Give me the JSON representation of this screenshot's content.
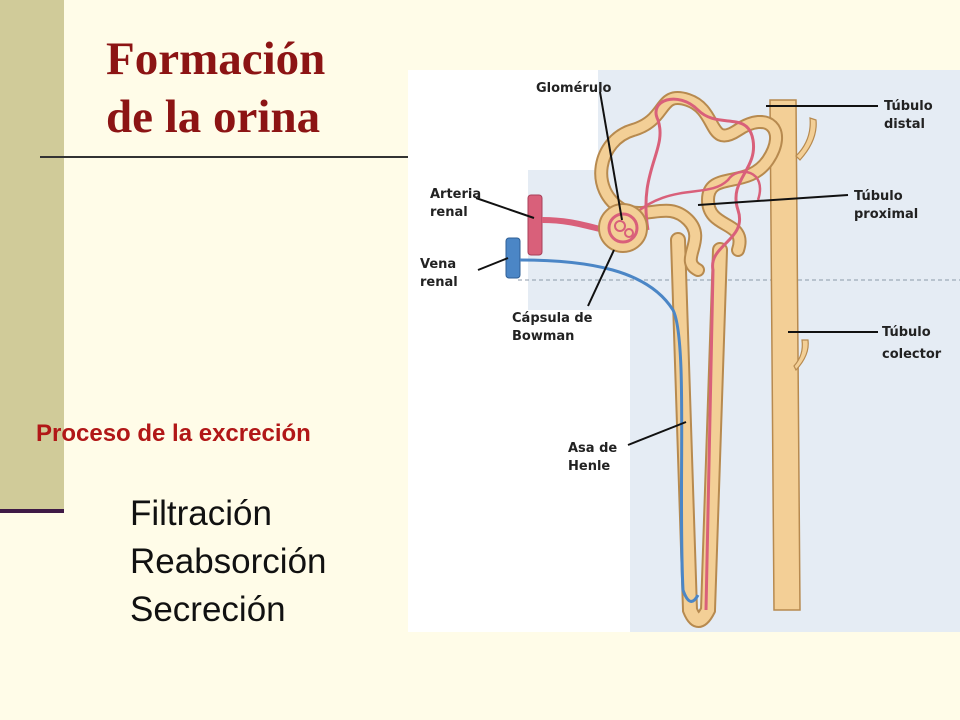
{
  "slide": {
    "title_line1": "Formación",
    "title_line2": "de la orina",
    "subtitle": "Proceso de la excreción",
    "steps": [
      "Filtración",
      "Reabsorción",
      "Secreción"
    ]
  },
  "diagram": {
    "labels": {
      "glomerulo": "Glomérulo",
      "tubulo_distal_1": "Túbulo",
      "tubulo_distal_2": "distal",
      "arteria_1": "Arteria",
      "arteria_2": "renal",
      "tubulo_proximal_1": "Túbulo",
      "tubulo_proximal_2": "proximal",
      "vena_1": "Vena",
      "vena_2": "renal",
      "capsula_1": "Cápsula de",
      "capsula_2": "Bowman",
      "tubulo_colector_1": "Túbulo",
      "tubulo_colector_2": "colector",
      "asa_1": "Asa de",
      "asa_2": "Henle"
    },
    "colors": {
      "tubule": "#f3cf96",
      "tubule_outline": "#b78a4f",
      "artery": "#d9607a",
      "vein": "#4b86c6",
      "shading": "#e5ecf4"
    }
  }
}
